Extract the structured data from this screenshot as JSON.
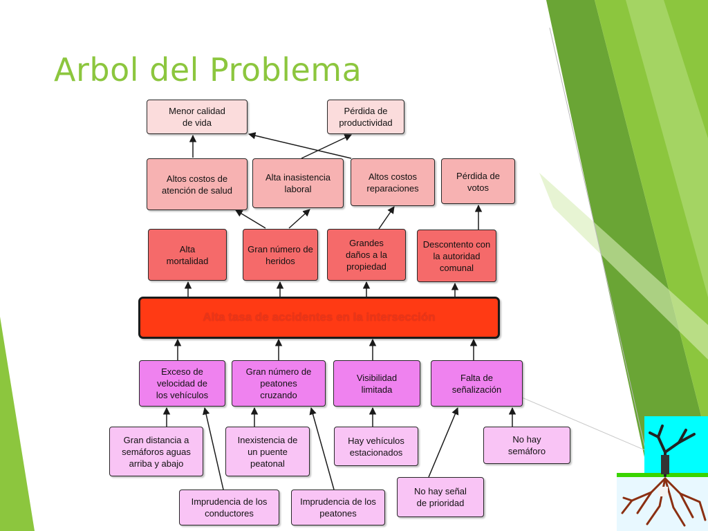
{
  "slide": {
    "title": "Arbol del Problema",
    "accent_color": "#8cc63e"
  },
  "effects": {
    "e1": "Menor calidad\nde vida",
    "e2": "Pérdida de\nproductividad"
  },
  "indirect_effects": {
    "i1": "Altos costos de\natención de salud",
    "i2": "Alta inasistencia\nlaboral",
    "i3": "Altos costos\nreparaciones",
    "i4": "Pérdida de votos"
  },
  "direct_effects": {
    "d1": "Alta\nmortalidad",
    "d2": "Gran número de\nheridos",
    "d3": "Grandes\ndaños a la\npropiedad",
    "d4": "Descontento con\nla autoridad\ncomunal"
  },
  "central_problem": "Alta tasa de accidentes en la intersección",
  "direct_causes": {
    "c1": "Exceso de\nvelocidad de\nlos vehículos",
    "c2": "Gran número de\npeatones\ncruzando",
    "c3": "Visibilidad\nlimitada",
    "c4": "Falta de\nseñalización"
  },
  "root_causes": {
    "r1": "Gran distancia a\nsemáforos aguas\narriba y abajo",
    "r2": "Inexistencia de\nun puente\npeatonal",
    "r3": "Hay vehículos\nestacionados",
    "r4": "No hay\nsemáforo",
    "r5": "Imprudencia de los\nconductores",
    "r6": "Imprudencia de los\npeatones",
    "r7": "No hay señal\nde prioridad"
  },
  "icons": {
    "corner_image": "tree-with-roots-icon"
  }
}
